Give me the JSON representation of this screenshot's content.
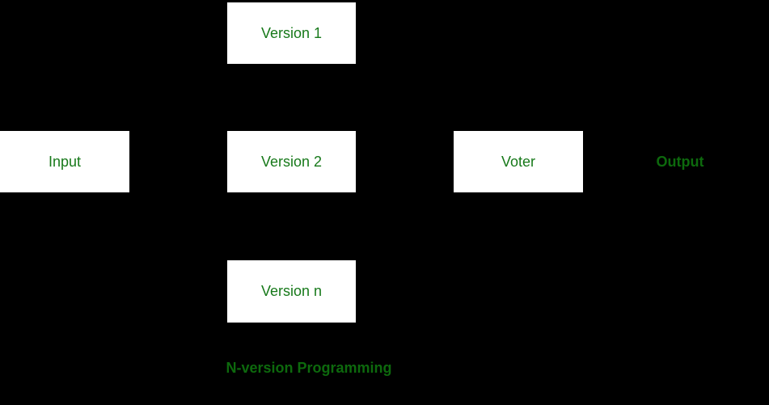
{
  "diagram": {
    "caption": "N-version Programming",
    "nodes": {
      "version1": {
        "label": "Version 1"
      },
      "input": {
        "label": "Input"
      },
      "version2": {
        "label": "Version 2"
      },
      "voter": {
        "label": "Voter"
      },
      "version_n": {
        "label": "Version n"
      },
      "output": {
        "label": "Output"
      }
    },
    "colors": {
      "background": "#000000",
      "node_fill": "#ffffff",
      "node_text_green": "#17791a",
      "label_text_green": "#0d690d"
    }
  }
}
